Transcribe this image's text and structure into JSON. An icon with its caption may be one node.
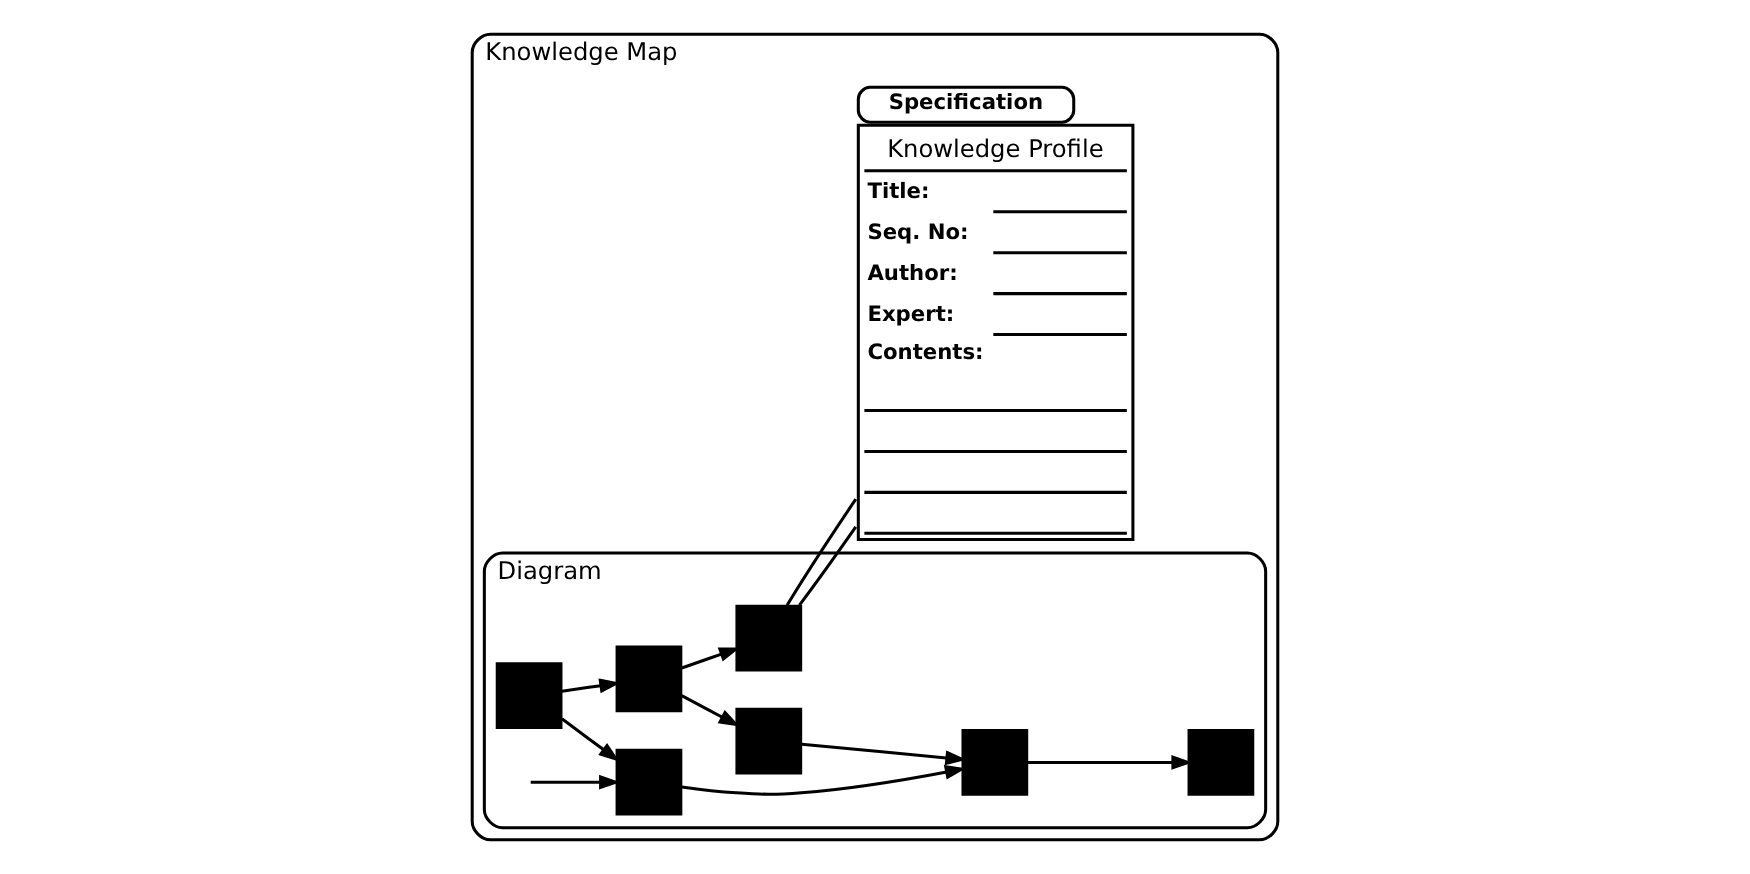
{
  "diagram": {
    "nodes": [
      {
        "text": [
          "Knowledge Map"
        ]
      },
      {
        "text": [
          "Diagram"
        ],
        "in": 0
      },
      {
        "text": [],
        "shape": "box",
        "in": 1
      },
      {
        "text": [],
        "shape": "box",
        "in": 1
      },
      {
        "text": [],
        "shape": "box",
        "in": 1
      },
      {
        "text": [],
        "shape": "box",
        "in": 1
      },
      {
        "text": [],
        "shape": "box",
        "in": 1
      },
      {
        "text": [],
        "shape": "box",
        "in": 1
      },
      {
        "text": [],
        "shape": "box",
        "in": 1
      },
      {
        "text": [
          "Specification",
          "Knowledge Profile",
          "Title:",
          "Seq. No:",
          "Author:",
          "Expert:",
          "Contents:"
        ],
        "in": 0
      }
    ],
    "edges": [
      {
        "from": null,
        "to": 3,
        "arrow": "to"
      },
      {
        "from": 2,
        "to": 3,
        "arrow": "to"
      },
      {
        "from": 2,
        "to": 4,
        "arrow": "to"
      },
      {
        "from": 3,
        "to": 5,
        "arrow": "to"
      },
      {
        "from": 4,
        "to": 6,
        "arrow": "to"
      },
      {
        "from": 4,
        "to": 7,
        "arrow": "to"
      },
      {
        "from": 7,
        "to": 5,
        "arrow": "to"
      },
      {
        "from": 5,
        "to": 8,
        "arrow": "to"
      },
      {
        "from": 6,
        "to": 9,
        "arrow": "none"
      },
      {
        "from": 6,
        "to": 9,
        "arrow": "none"
      }
    ]
  }
}
